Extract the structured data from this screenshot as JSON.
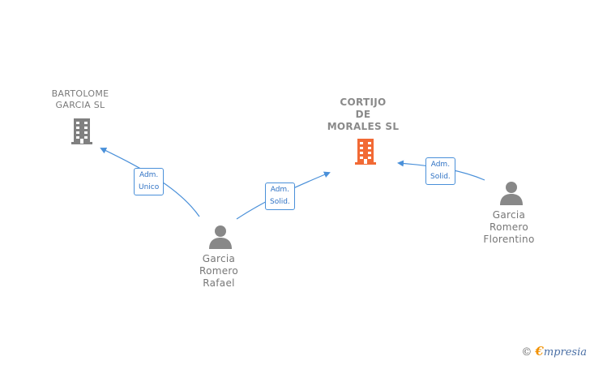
{
  "nodes": {
    "bartolome": {
      "label": "BARTOLOME\nGARCIA SL"
    },
    "cortijo": {
      "label": "CORTIJO\nDE\nMORALES  SL"
    },
    "rafael": {
      "label": "Garcia\nRomero\nRafael"
    },
    "florentino": {
      "label": "Garcia\nRomero\nFlorentino"
    }
  },
  "edges": {
    "rafael_bartolome": "Adm.\nUnico",
    "rafael_cortijo": "Adm.\nSolid.",
    "florentino_cortijo": "Adm.\nSolid."
  },
  "brand": {
    "copyright": "©",
    "initial": "€",
    "name": "mpresia"
  },
  "colors": {
    "company": "#808080",
    "main_company": "#f26a35",
    "person": "#888888",
    "edge": "#4a90d9"
  }
}
